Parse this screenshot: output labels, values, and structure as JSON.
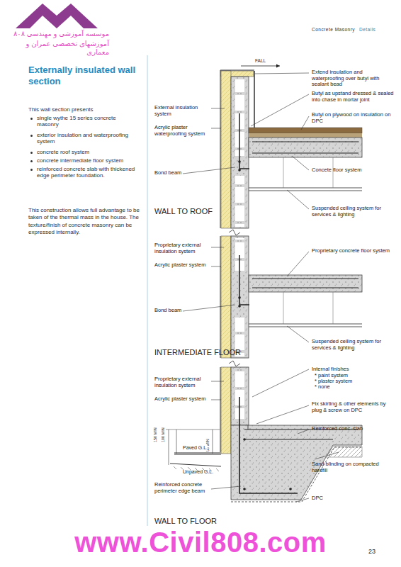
{
  "diagram": {
    "title": "Externally insulated wall section",
    "labels": [
      "Concrete Masonry",
      "Details",
      "موسسه آموزشی و مهندسی ۸۰۸",
      "آموزشهای تخصصی عمران و معماری",
      "This wall section presents",
      "single wythe 15 series concrete masonry",
      "exterior insulation and waterproofing system",
      "concrete roof system",
      "concrete intermediate floor system",
      "reinforced concrete slab with thickened edge perimeter foundation.",
      "This construction allows full advantage to be taken of the thermal mass in the house. The texture/finish of concrete masonry can be expressed internally.",
      "FALL",
      "Extend insulation and waterproofing over butyl with sealant bead",
      "Butyl as upstand dressed & sealed into chase in mortar joint",
      "Butyl on plywood on insulation on DPC",
      "External insulation system",
      "Acrylic plaster waterproofing system",
      "Bond beam",
      "Concete floor system",
      "Suspended ceiling system for services & lighting",
      "WALL TO ROOF",
      "Proprietary external insulation system",
      "Acrylic plaster system",
      "Proprietary concrete floor system",
      "Bond beam",
      "Suspended ceiling system for services & lighting",
      "INTERMEDIATE FLOOR",
      "Proprietary external insulation system",
      "Acrylic plaster system",
      "Internal finishes",
      "* paint system",
      "* plaster system",
      "* none",
      "Fix skirting & other elements by plug & screw on DPC",
      "Reinforced conc. slab",
      "150 MIN",
      "100 MIN",
      "50 MIN",
      "Paved G.L.",
      "Unpaved G.L.",
      "Sand blinding on compacted hardfill",
      "Reinforced concrete perimeter edge beam",
      "DPC",
      "WALL TO FLOOR",
      "www.Civil808.com",
      "23"
    ]
  }
}
